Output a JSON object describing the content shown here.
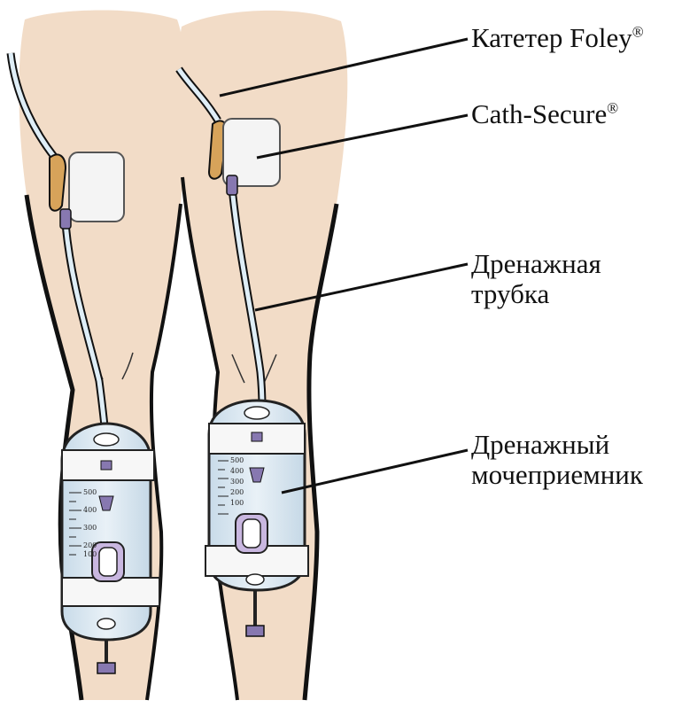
{
  "labels": {
    "foley": {
      "text": "Катетер Foley",
      "mark": "®"
    },
    "cath_secure": {
      "text": "Cath-Secure",
      "mark": "®"
    },
    "drain_tube": {
      "line1": "Дренажная",
      "line2": "трубка"
    },
    "drain_bag": {
      "line1": "Дренажный",
      "line2": "мочеприемник"
    }
  },
  "bag_scale": [
    "500",
    "400",
    "300",
    "200",
    "100"
  ],
  "colors": {
    "skin": "#f2dcc7",
    "outline": "#111111",
    "bag": "#dce9f2",
    "strap": "#f7f7f7",
    "connector": "#8778b0",
    "catheter": "#d7a35a"
  }
}
